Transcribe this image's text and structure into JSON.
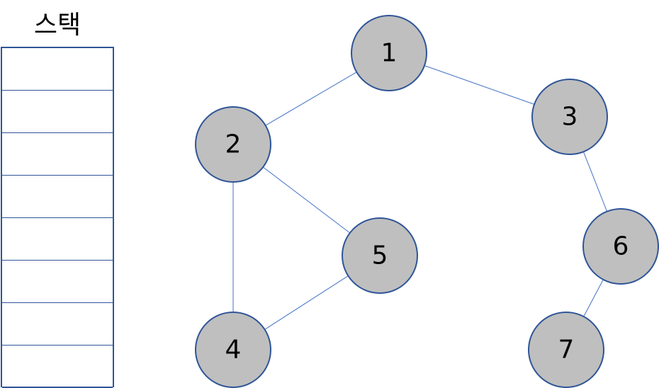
{
  "stack": {
    "title": "스택",
    "cell_count": 8,
    "border_color": "#2f5597"
  },
  "graph": {
    "node_fill": "#bfbfbf",
    "node_stroke": "#2f5597",
    "edge_color": "#4472c4",
    "nodes": [
      {
        "id": "1",
        "label": "1"
      },
      {
        "id": "2",
        "label": "2"
      },
      {
        "id": "3",
        "label": "3"
      },
      {
        "id": "4",
        "label": "4"
      },
      {
        "id": "5",
        "label": "5"
      },
      {
        "id": "6",
        "label": "6"
      },
      {
        "id": "7",
        "label": "7"
      }
    ],
    "edges": [
      {
        "from": "1",
        "to": "2"
      },
      {
        "from": "1",
        "to": "3"
      },
      {
        "from": "2",
        "to": "5"
      },
      {
        "from": "2",
        "to": "4"
      },
      {
        "from": "5",
        "to": "4"
      },
      {
        "from": "3",
        "to": "6"
      },
      {
        "from": "6",
        "to": "7"
      }
    ]
  }
}
